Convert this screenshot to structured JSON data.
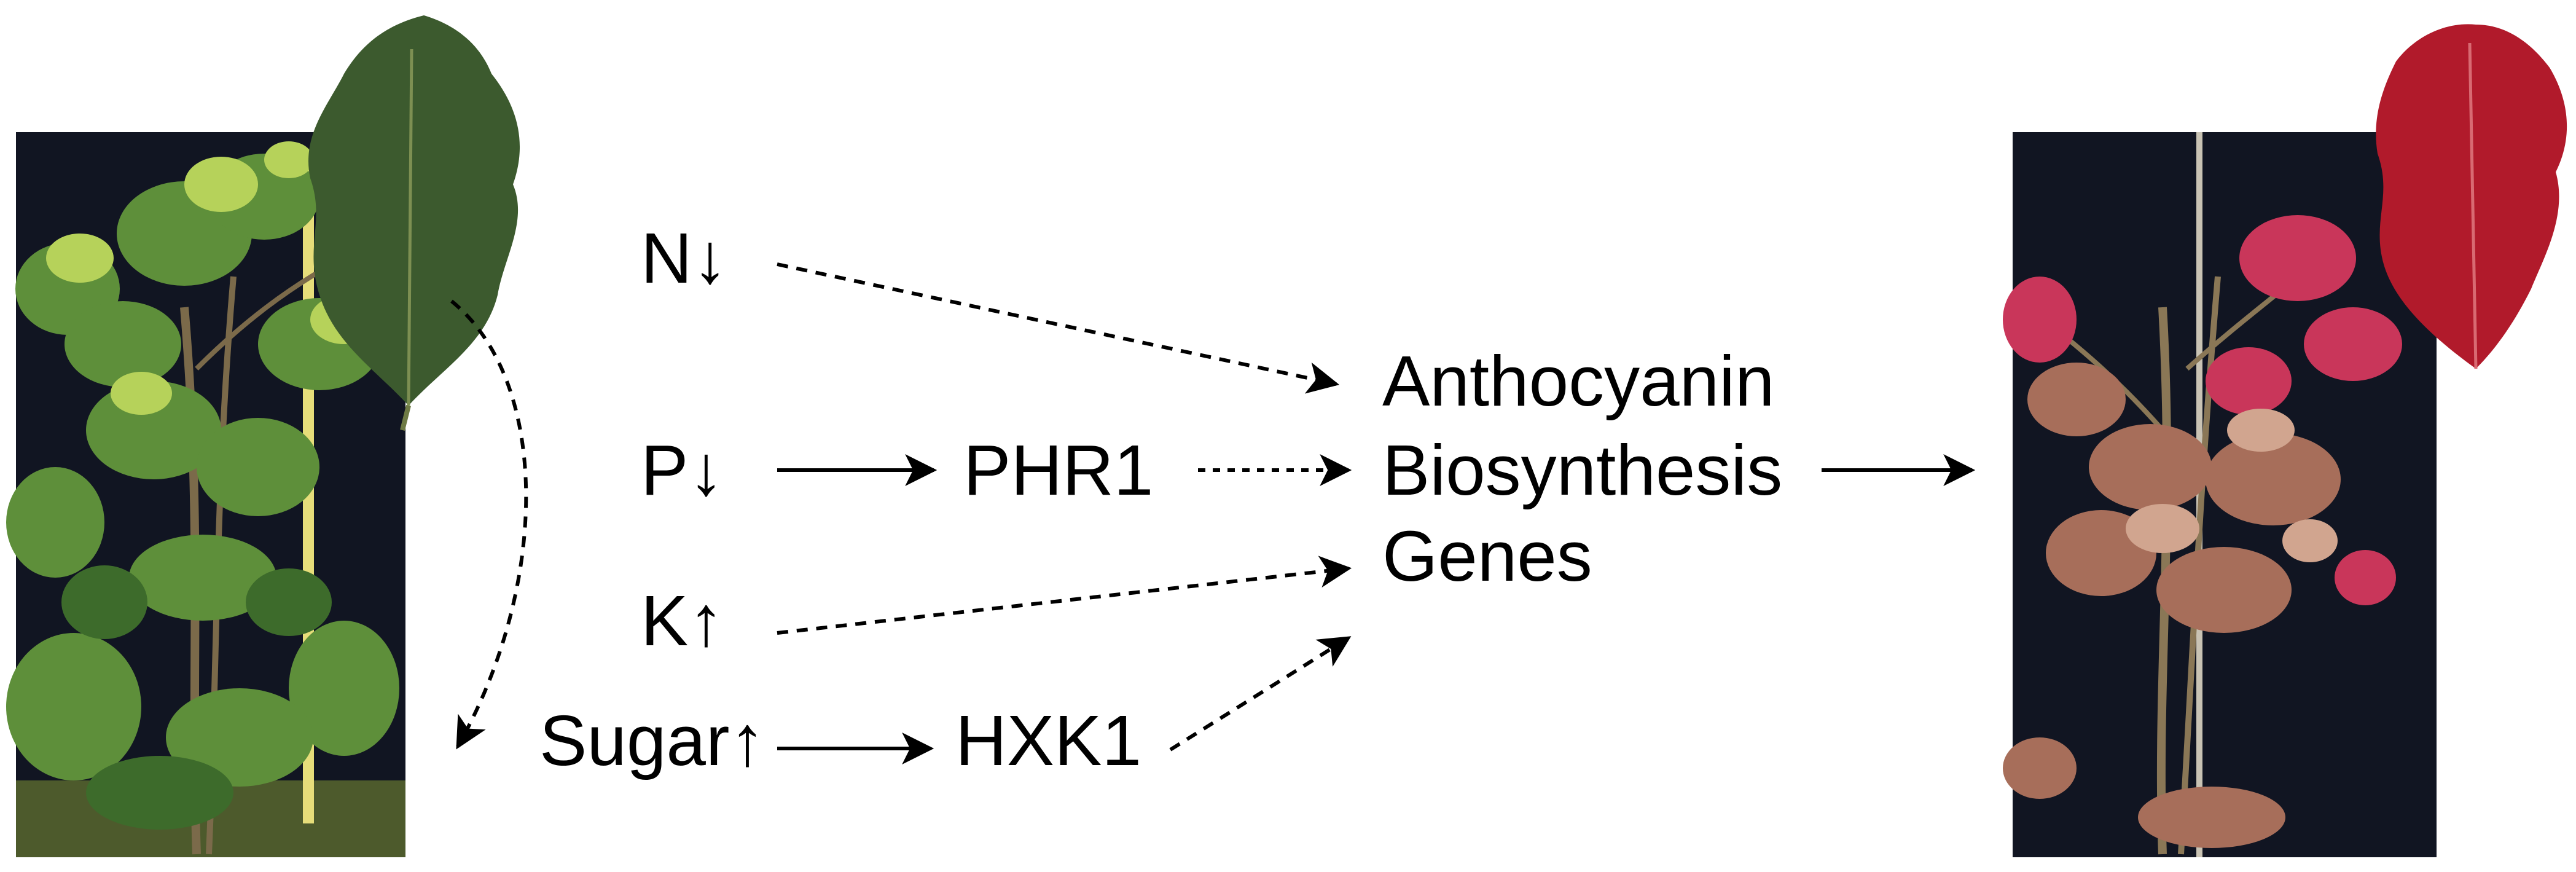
{
  "figure": {
    "factors": {
      "nitrogen": "N↓",
      "phosphorus": "P↓",
      "potassium": "K↑",
      "sugar": "Sugar↑"
    },
    "mediators": {
      "phr1": "PHR1",
      "hxk1": "HXK1"
    },
    "target": {
      "line1": "Anthocyanin",
      "line2": "Biosynthesis",
      "line3": "Genes"
    },
    "photos": {
      "left_plant": "green-oak-sapling-photo",
      "left_leaf": "green-oak-leaf-photo",
      "right_plant": "red-oak-sapling-photo",
      "right_leaf": "red-oak-leaf-photo"
    },
    "colors": {
      "backdrop": "#111522",
      "green_leaf": "#3c5a2e",
      "red_leaf": "#b11a2b",
      "arrow": "#000000"
    }
  }
}
